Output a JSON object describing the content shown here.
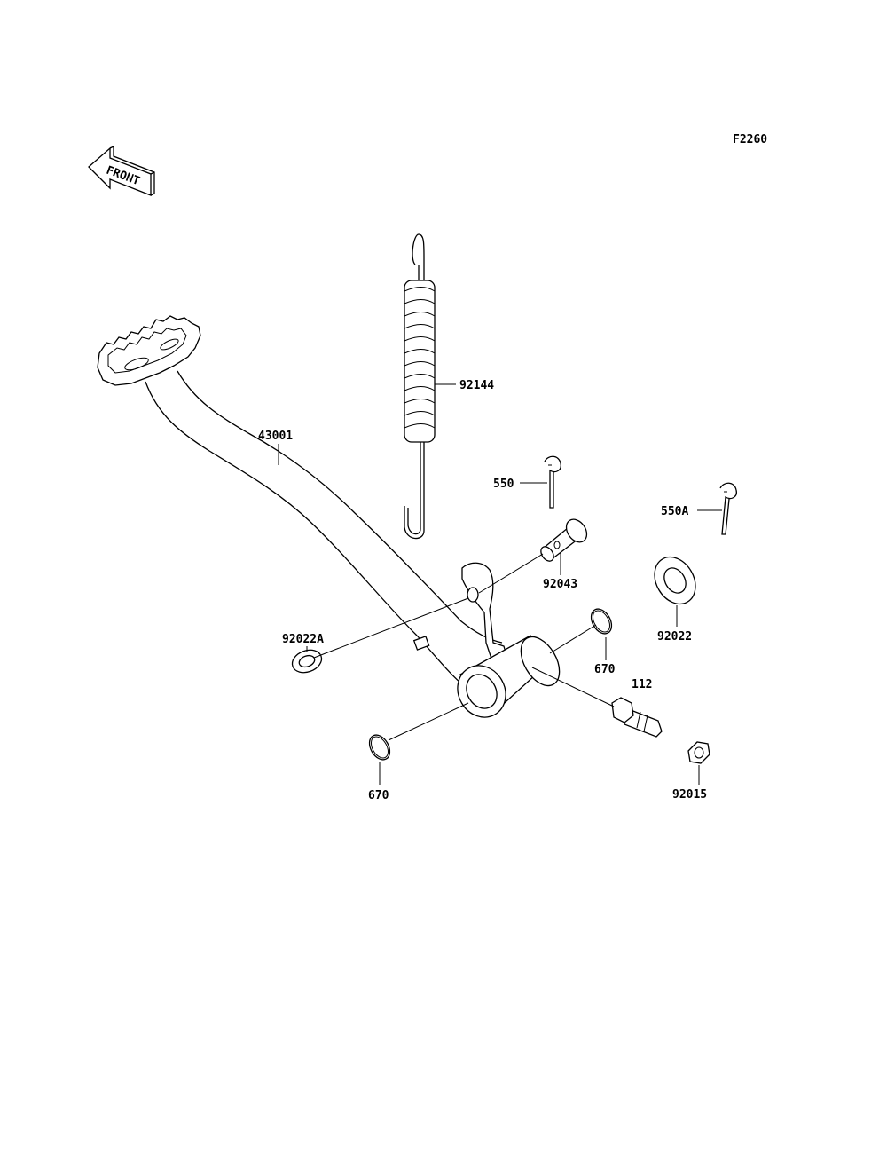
{
  "figure_code": "F2260",
  "front_label": "FRONT",
  "parts": {
    "pedal": "43001",
    "spring": "92144",
    "cotter_pin": "550",
    "cotter_pin_a": "550A",
    "pin": "92043",
    "washer": "92022",
    "washer_a": "92022A",
    "o_ring_right": "670",
    "o_ring_left": "670",
    "bolt": "112",
    "nut": "92015"
  }
}
